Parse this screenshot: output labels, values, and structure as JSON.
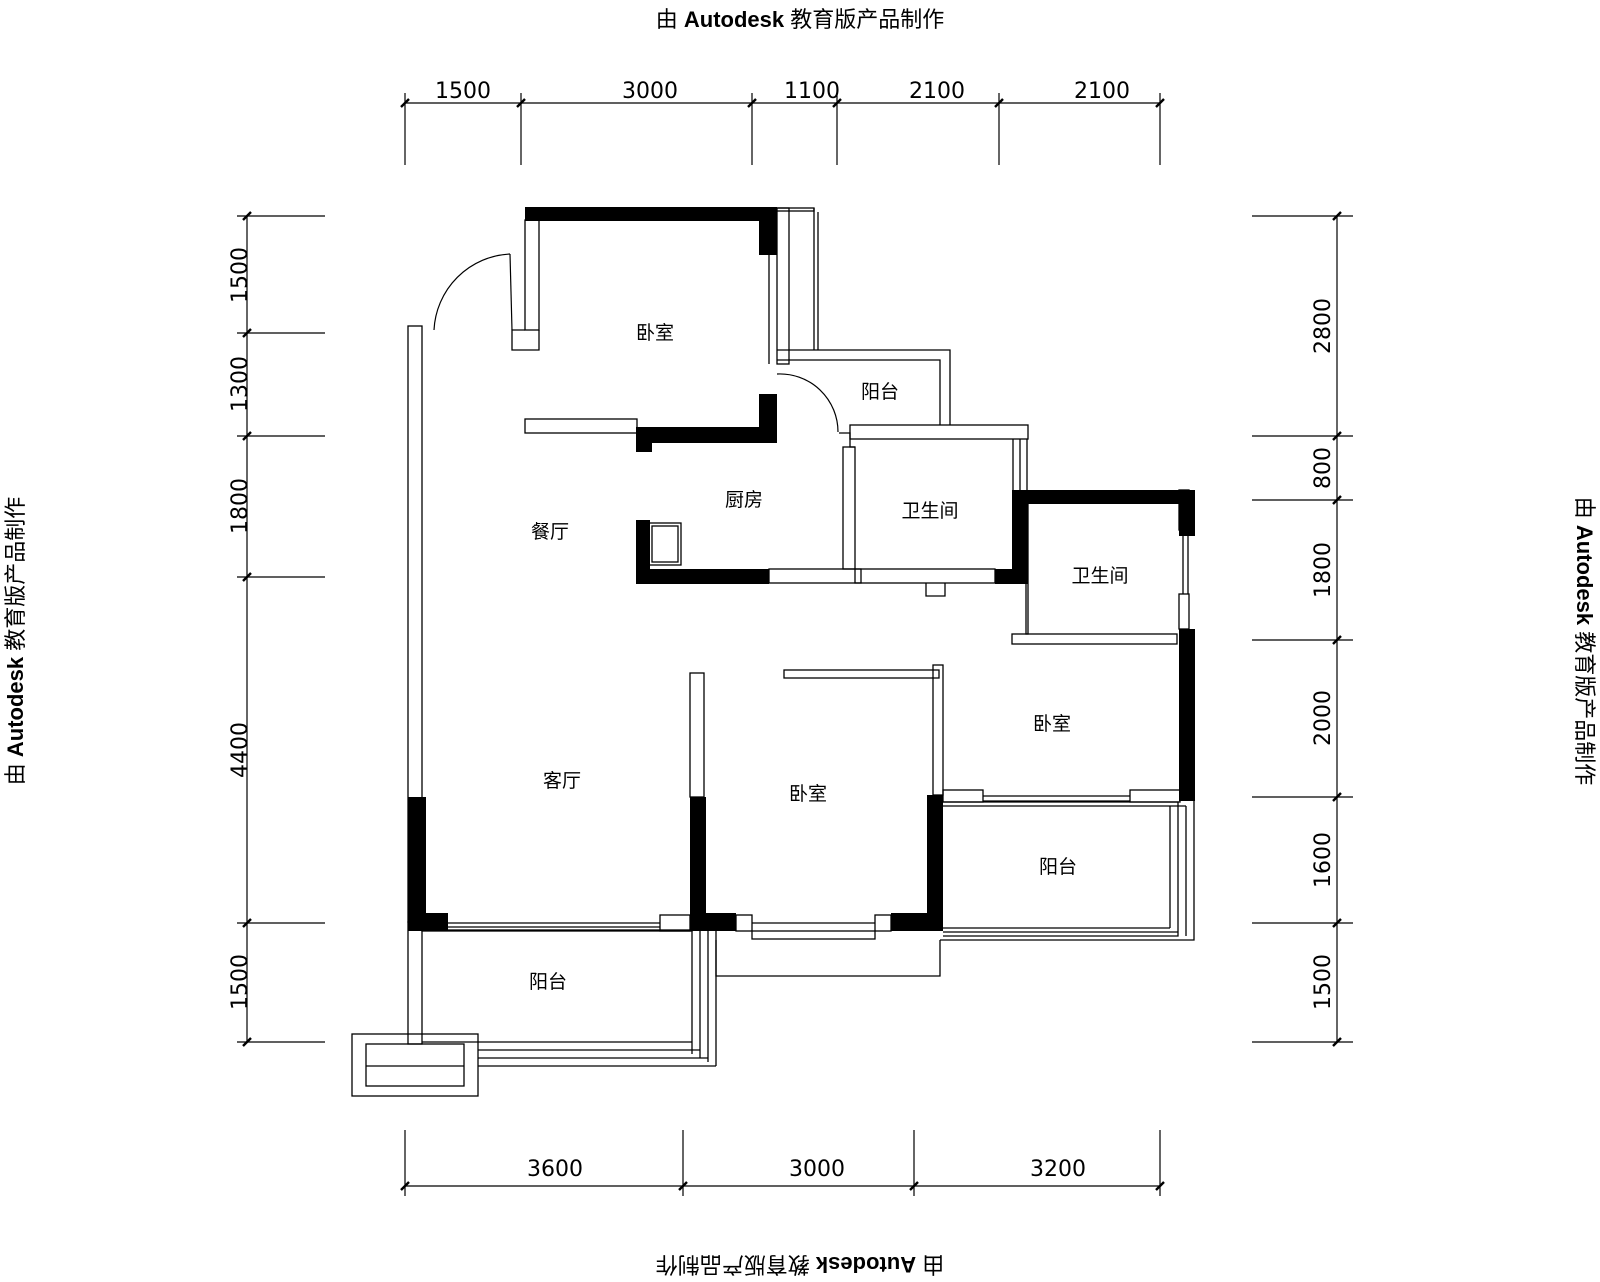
{
  "watermark": {
    "prefix": "由",
    "brand": "Autodesk",
    "suffix": "教育版产品制作"
  },
  "dimensions": {
    "top": [
      "1500",
      "3000",
      "1100",
      "2100",
      "2100"
    ],
    "bottom": [
      "3600",
      "3000",
      "3200"
    ],
    "left": [
      "1500",
      "1300",
      "1800",
      "4400",
      "1500"
    ],
    "right": [
      "2800",
      "800",
      "1800",
      "2000",
      "1600",
      "1500"
    ]
  },
  "rooms": [
    {
      "key": "bedroom_top",
      "label": "卧室"
    },
    {
      "key": "balcony_top",
      "label": "阳台"
    },
    {
      "key": "kitchen",
      "label": "厨房"
    },
    {
      "key": "dining",
      "label": "餐厅"
    },
    {
      "key": "bathroom_1",
      "label": "卫生间"
    },
    {
      "key": "bathroom_2",
      "label": "卫生间"
    },
    {
      "key": "living",
      "label": "客厅"
    },
    {
      "key": "bedroom_center",
      "label": "卧室"
    },
    {
      "key": "bedroom_right",
      "label": "卧室"
    },
    {
      "key": "balcony_right",
      "label": "阳台"
    },
    {
      "key": "balcony_bottom",
      "label": "阳台"
    }
  ]
}
